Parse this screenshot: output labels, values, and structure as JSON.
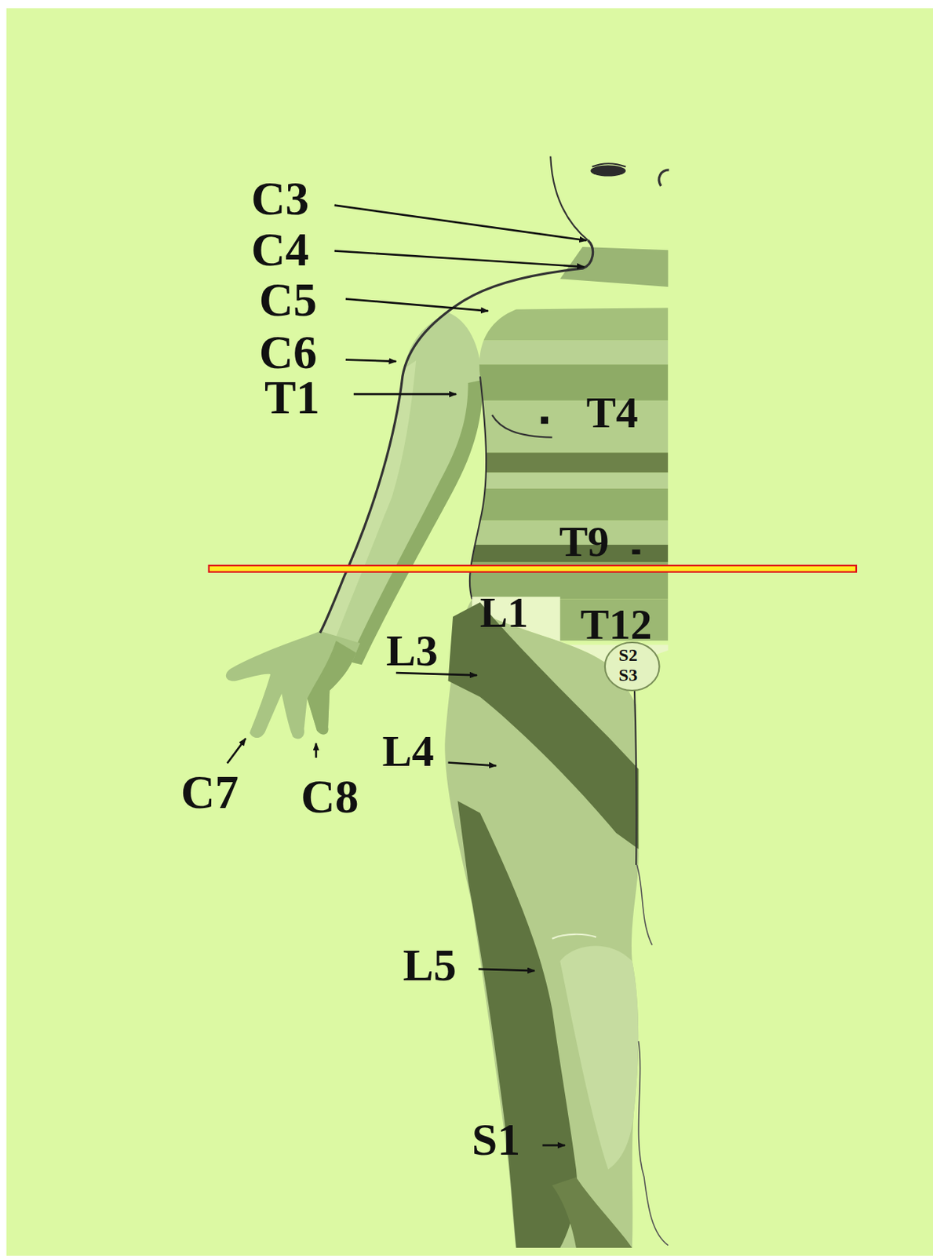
{
  "diagram": {
    "labels": [
      "C3",
      "C4",
      "C5",
      "C6",
      "T1",
      "T4",
      "T9",
      "L1",
      "T12",
      "S2",
      "S3",
      "L3",
      "L4",
      "C7",
      "C8",
      "L5",
      "S1"
    ]
  }
}
